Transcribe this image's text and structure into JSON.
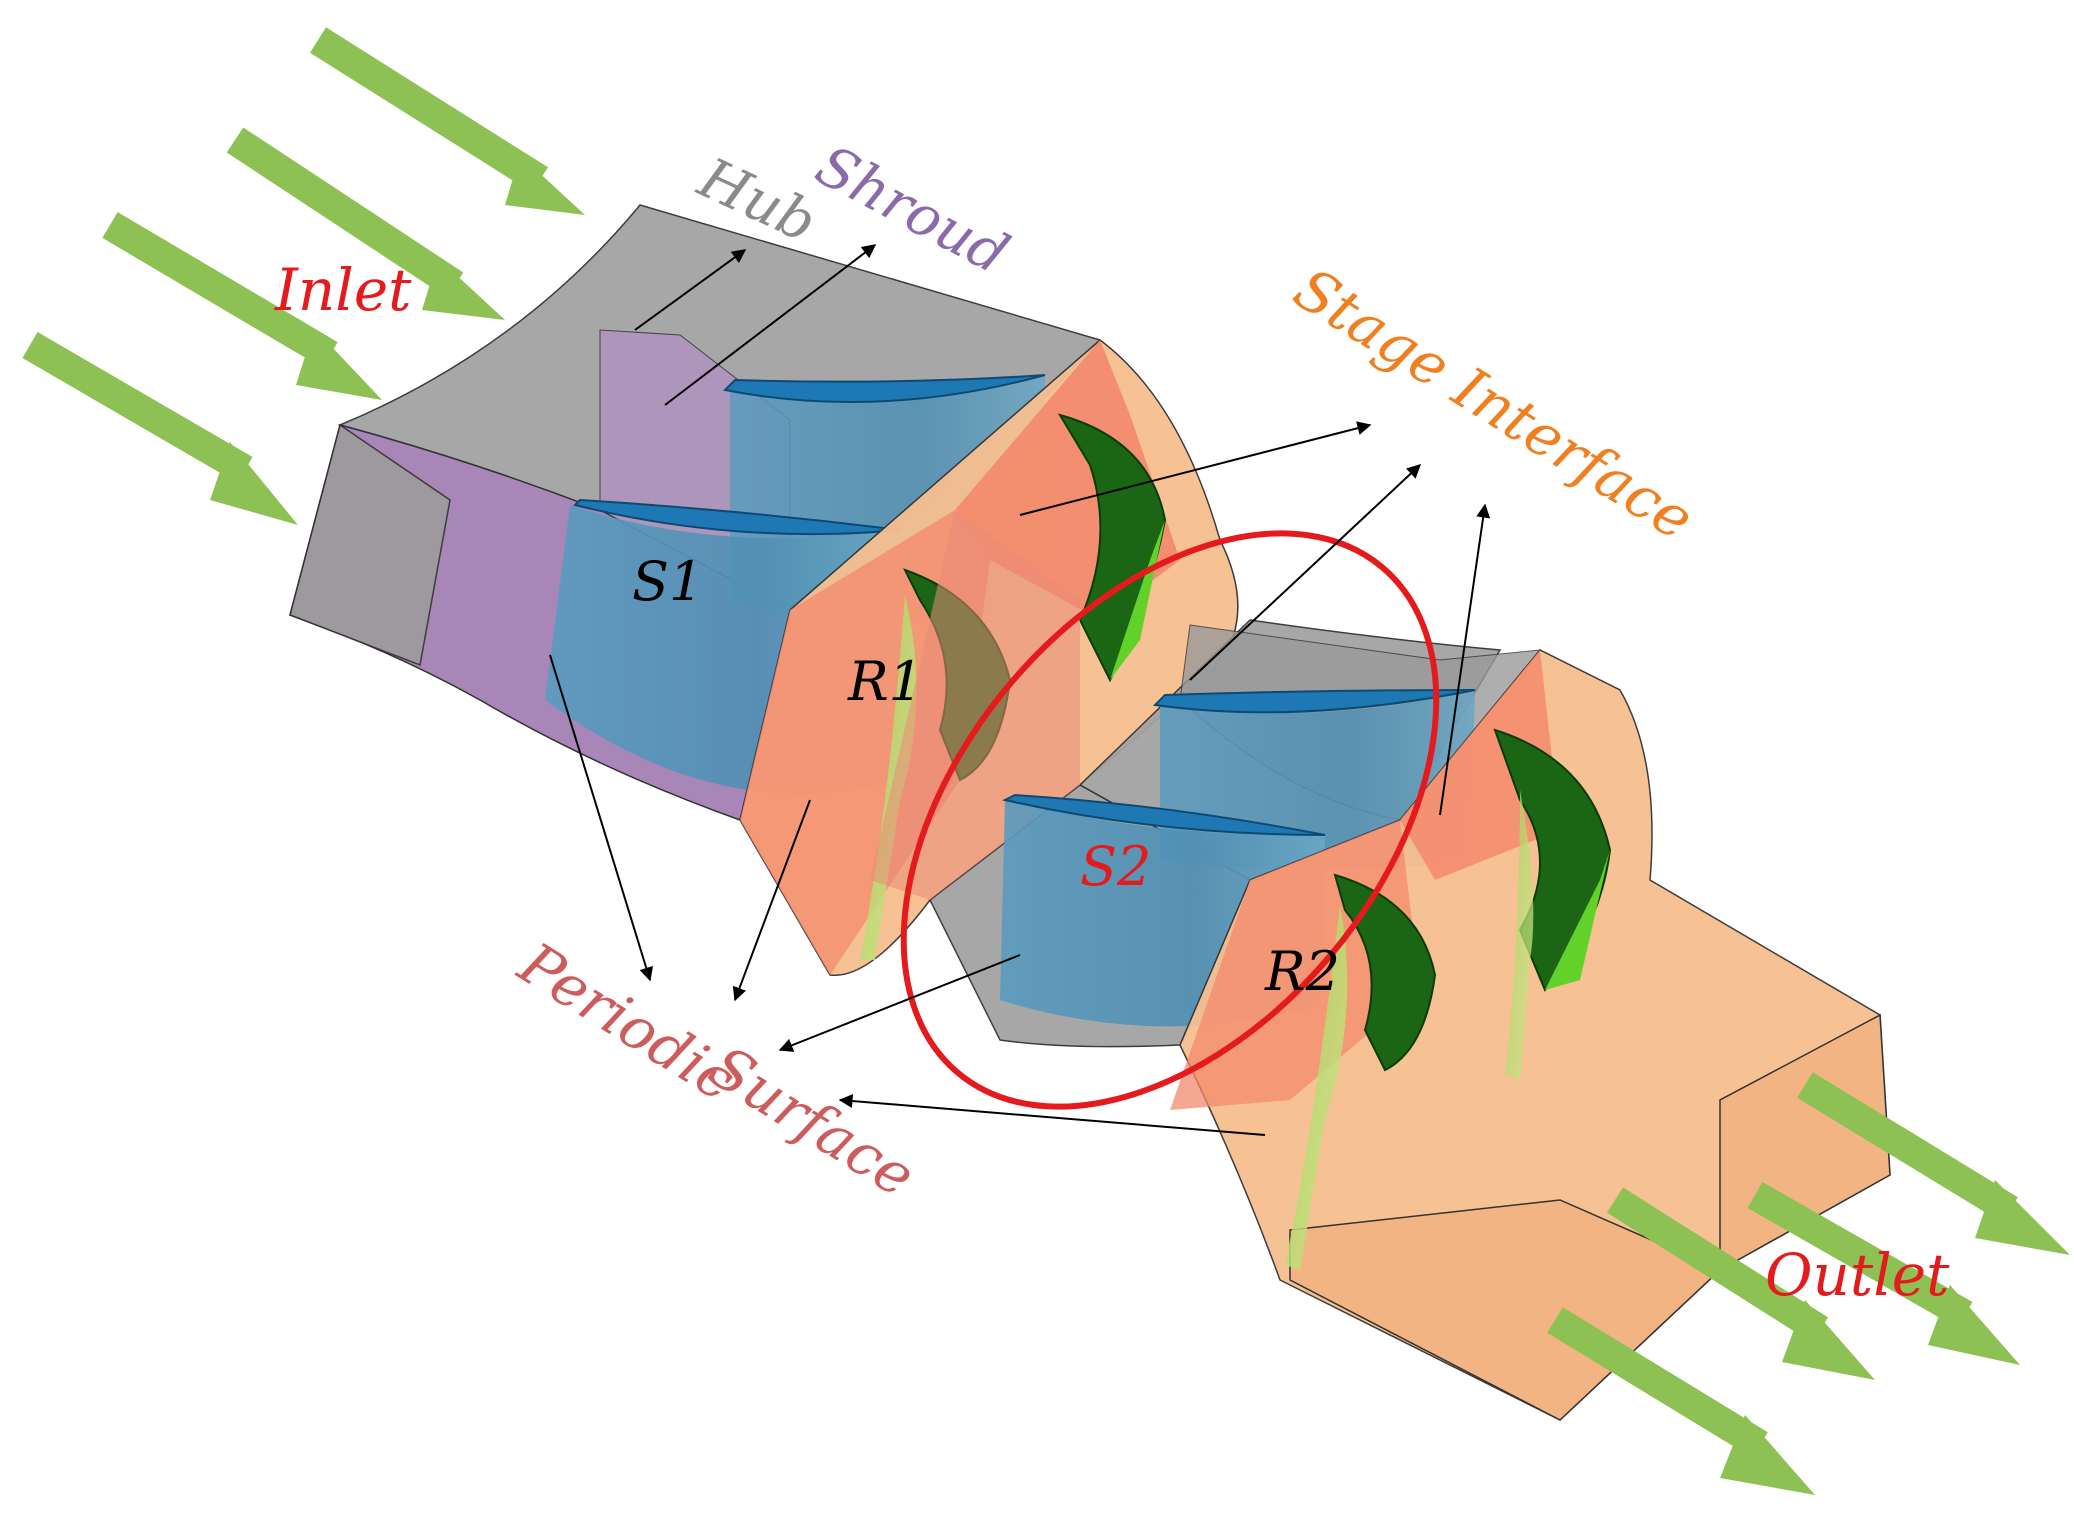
{
  "labels": {
    "inlet": "Inlet",
    "hub": "Hub",
    "shroud": "Shroud",
    "stage_interface": "Stage Interface",
    "periodic_surface_line1": "Periodic",
    "periodic_surface_line2": "Surface",
    "outlet": "Outlet",
    "s1": "S1",
    "r1": "R1",
    "s2": "S2",
    "r2": "R2"
  },
  "colors": {
    "flow_arrow": "#8dc153",
    "hub_surface": "#a3a3a3",
    "shroud_surface": "#a887b8",
    "periodic_surface": "#f6bf8f",
    "stage_interface": "#f38a6c",
    "stator_blade": "#1e78b4",
    "rotor_blade": "#1a6614",
    "highlight": "#e41a1c",
    "inlet_text": "#e41a1c",
    "outlet_text": "#e41a1c",
    "hub_text": "#8a8a8a",
    "shroud_text": "#8a6aa8",
    "stage_interface_text": "#ef7f1f",
    "periodic_text": "#cd5c5c"
  },
  "icons": {
    "flow": "flow-arrow-icon",
    "leader": "leader-line-arrow"
  }
}
